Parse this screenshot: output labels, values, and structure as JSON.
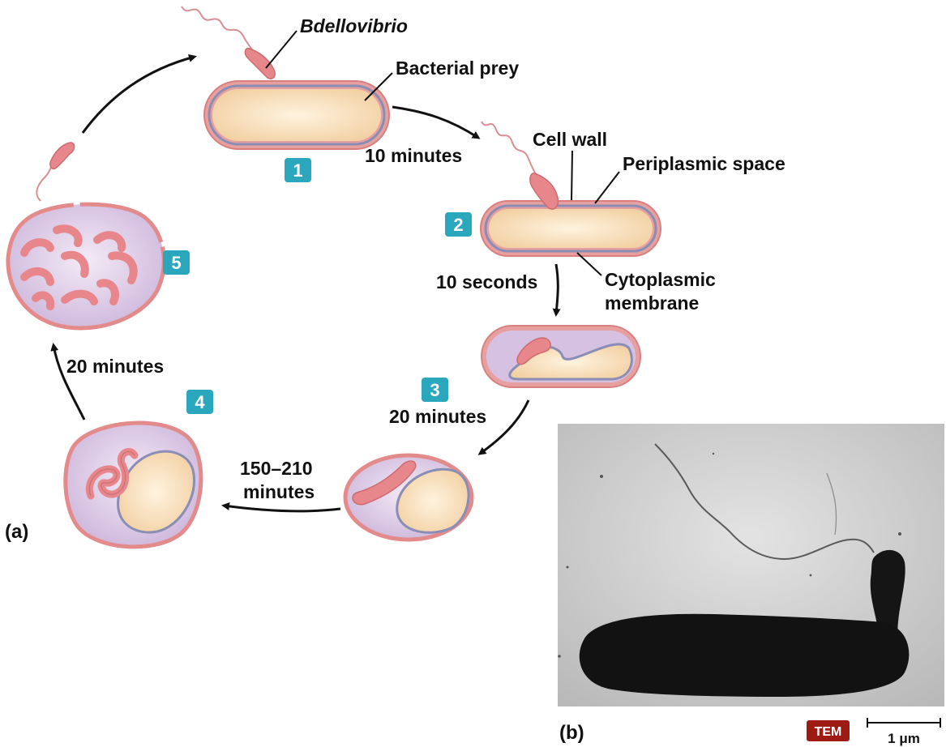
{
  "labels": {
    "bdellovibrio": "Bdellovibrio",
    "bacterial_prey": "Bacterial prey",
    "cell_wall": "Cell wall",
    "periplasmic_space": "Periplasmic space",
    "cytoplasmic_line1": "Cytoplasmic",
    "cytoplasmic_line2": "membrane"
  },
  "timings": {
    "t1_2": "10 minutes",
    "t2_3": "10 seconds",
    "t3_4": "20 minutes",
    "t4_5_line1": "150–210",
    "t4_5_line2": "minutes",
    "t5_6": "20 minutes"
  },
  "steps": [
    "1",
    "2",
    "3",
    "4",
    "5"
  ],
  "panels": {
    "a": "(a)",
    "b": "(b)"
  },
  "micrograph": {
    "badge": "TEM",
    "scale": "1 μm"
  },
  "colors": {
    "badge": "#2aa6bd",
    "cytoplasm": "#f6dcb4",
    "wall": "#e38b8b",
    "membrane": "#8c8fb5",
    "periplasm": "#d8c3e3",
    "bdellovibrio": "#e8878b",
    "tem_badge": "#9e1b14"
  }
}
